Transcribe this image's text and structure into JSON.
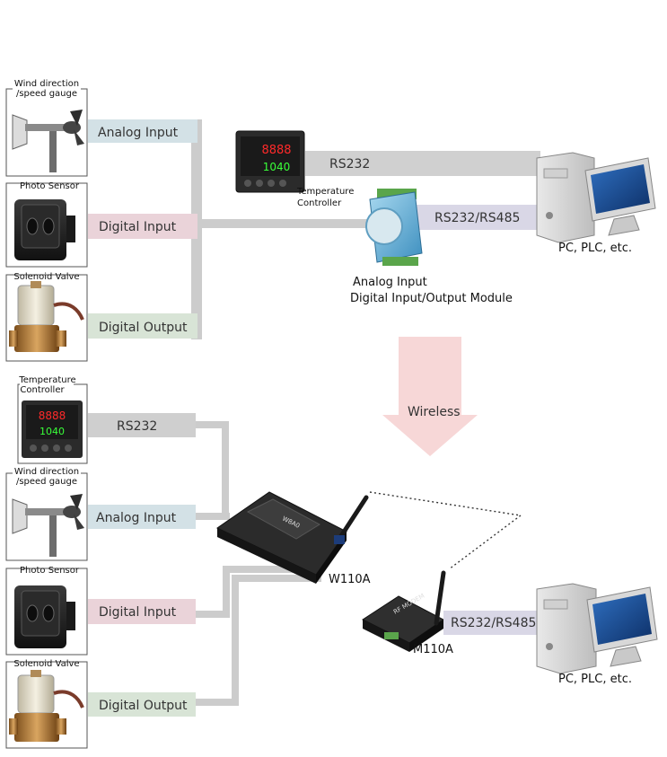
{
  "top": {
    "devices": [
      {
        "caption_line1": "Wind direction",
        "caption_line2": "/speed gauge"
      },
      {
        "caption_line1": "Photo Sensor"
      },
      {
        "caption_line1": "Solenoid Valve"
      }
    ],
    "tags": [
      "Analog Input",
      "Digital Input",
      "Digital Output"
    ],
    "controller_caption_line1": "Temperature",
    "controller_caption_line2": "Controller",
    "line_rs232": "RS232",
    "line_rs232_485": "RS232/RS485",
    "module_caption_line1": "Analog Input",
    "module_caption_line2": "Digital Input/Output Module",
    "pc_caption": "PC, PLC, etc."
  },
  "arrow_label": "Wireless",
  "bottom": {
    "devices": [
      {
        "caption_line1": "Temperature",
        "caption_line2": "Controller"
      },
      {
        "caption_line1": "Wind direction",
        "caption_line2": "/speed gauge"
      },
      {
        "caption_line1": "Photo Sensor"
      },
      {
        "caption_line1": "Solenoid Valve"
      }
    ],
    "tags": [
      "RS232",
      "Analog Input",
      "Digital Input",
      "Digital Output"
    ],
    "w110a_label": "W110A",
    "w110a_face_text": "W8A0",
    "m110a_label": "M110A",
    "m110a_face_text": "RF MODEM",
    "line_rs232_485": "RS232/RS485",
    "pc_caption": "PC, PLC, etc."
  },
  "controller_display": {
    "pv": "8888",
    "sv": "1040"
  },
  "colors": {
    "analog_tag": "#d3e1e6",
    "digital_input_tag": "#ead3d9",
    "digital_output_tag": "#d8e4d6",
    "rs232_tag": "#cfcfcf",
    "rs232_485_band": "#d9d7e6",
    "wire": "#cccccc",
    "arrow": "#f7d7d7"
  }
}
